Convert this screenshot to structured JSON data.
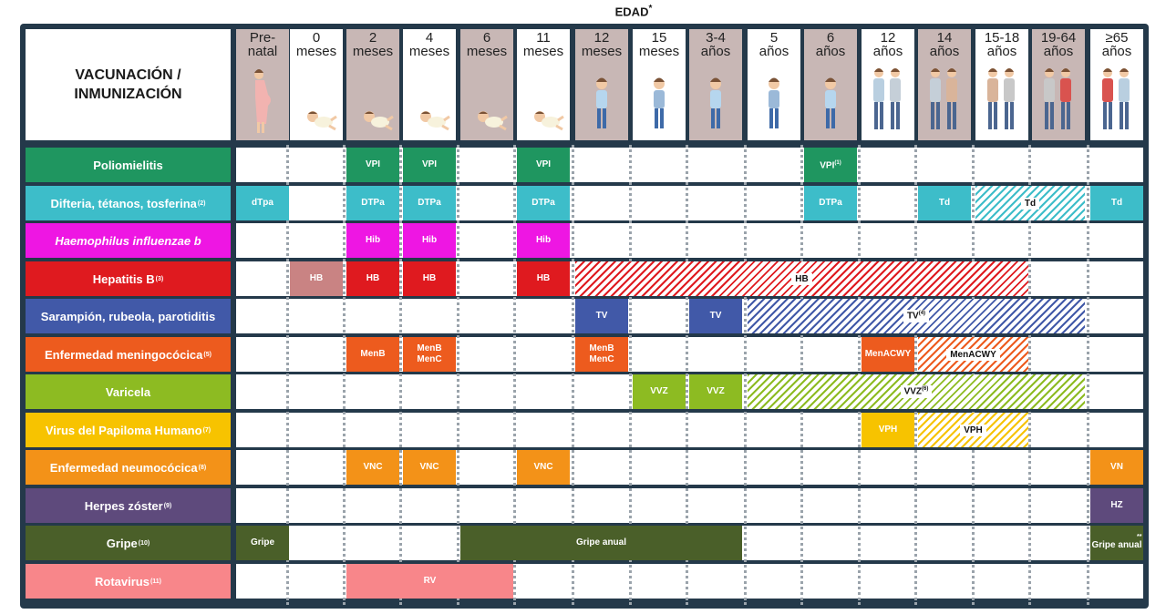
{
  "title": {
    "text": "EDAD",
    "star": "*"
  },
  "header_main": {
    "line1": "VACUNACIÓN /",
    "line2": "INMUNIZACIÓN"
  },
  "age_columns": [
    {
      "line1": "Pre-",
      "line2": "natal",
      "shade": "#c8b7b5"
    },
    {
      "line1": "0",
      "line2": "meses",
      "shade": "#ffffff"
    },
    {
      "line1": "2",
      "line2": "meses",
      "shade": "#c8b7b5"
    },
    {
      "line1": "4",
      "line2": "meses",
      "shade": "#ffffff"
    },
    {
      "line1": "6",
      "line2": "meses",
      "shade": "#c8b7b5"
    },
    {
      "line1": "11",
      "line2": "meses",
      "shade": "#ffffff"
    },
    {
      "line1": "12",
      "line2": "meses",
      "shade": "#c8b7b5"
    },
    {
      "line1": "15",
      "line2": "meses",
      "shade": "#ffffff"
    },
    {
      "line1": "3-4",
      "line2": "años",
      "shade": "#c8b7b5"
    },
    {
      "line1": "5",
      "line2": "años",
      "shade": "#ffffff"
    },
    {
      "line1": "6",
      "line2": "años",
      "shade": "#c8b7b5"
    },
    {
      "line1": "12",
      "line2": "años",
      "shade": "#ffffff"
    },
    {
      "line1": "14",
      "line2": "años",
      "shade": "#c8b7b5"
    },
    {
      "line1": "15-18",
      "line2": "años",
      "shade": "#ffffff"
    },
    {
      "line1": "19-64",
      "line2": "años",
      "shade": "#c8b7b5"
    },
    {
      "line1": "≥65",
      "line2": "años",
      "shade": "#ffffff"
    }
  ],
  "vaccines": [
    {
      "name": "Poliomielitis",
      "note": "",
      "color": "#1f9660"
    },
    {
      "name": "Difteria, tétanos, tosferina",
      "note": "(2)",
      "color": "#3dbdc9"
    },
    {
      "name": "Haemophilus influenzae b",
      "note": "",
      "color": "#ee16e3",
      "italic": true
    },
    {
      "name": "Hepatitis B",
      "note": "(3)",
      "color": "#df1a1f"
    },
    {
      "name": "Sarampión, rubeola, parotiditis",
      "note": "",
      "color": "#4159a8"
    },
    {
      "name": "Enfermedad meningocócica",
      "note": "(5)",
      "color": "#ed5b1e"
    },
    {
      "name": "Varicela",
      "note": "",
      "color": "#8dbb22"
    },
    {
      "name": "Virus del Papiloma Humano",
      "note": "(7)",
      "color": "#f7c300"
    },
    {
      "name": "Enfermedad neumocócica",
      "note": "(8)",
      "color": "#f39218"
    },
    {
      "name": "Herpes zóster",
      "note": "(9)",
      "color": "#5e4a7c"
    },
    {
      "name": "Gripe",
      "note": "(10)",
      "color": "#4a5f29"
    },
    {
      "name": "Rotavirus",
      "note": "(11)",
      "color": "#f8868a"
    }
  ],
  "doses": [
    {
      "row": 0,
      "col": 2,
      "span": 1,
      "text": "VPI",
      "note": ""
    },
    {
      "row": 0,
      "col": 3,
      "span": 1,
      "text": "VPI",
      "note": ""
    },
    {
      "row": 0,
      "col": 5,
      "span": 1,
      "text": "VPI",
      "note": ""
    },
    {
      "row": 0,
      "col": 10,
      "span": 1,
      "text": "VPI",
      "note": "(1)"
    },
    {
      "row": 1,
      "col": 0,
      "span": 1,
      "text": "dTpa",
      "note": ""
    },
    {
      "row": 1,
      "col": 2,
      "span": 1,
      "text": "DTPa",
      "note": ""
    },
    {
      "row": 1,
      "col": 3,
      "span": 1,
      "text": "DTPa",
      "note": ""
    },
    {
      "row": 1,
      "col": 5,
      "span": 1,
      "text": "DTPa",
      "note": ""
    },
    {
      "row": 1,
      "col": 10,
      "span": 1,
      "text": "DTPa",
      "note": ""
    },
    {
      "row": 1,
      "col": 12,
      "span": 1,
      "text": "Td",
      "note": ""
    },
    {
      "row": 1,
      "col": 15,
      "span": 1,
      "text": "Td",
      "note": ""
    },
    {
      "row": 2,
      "col": 2,
      "span": 1,
      "text": "Hib",
      "note": ""
    },
    {
      "row": 2,
      "col": 3,
      "span": 1,
      "text": "Hib",
      "note": ""
    },
    {
      "row": 2,
      "col": 5,
      "span": 1,
      "text": "Hib",
      "note": ""
    },
    {
      "row": 3,
      "col": 1,
      "span": 1,
      "text": "HB",
      "note": "",
      "color": "#c98383"
    },
    {
      "row": 3,
      "col": 2,
      "span": 1,
      "text": "HB",
      "note": ""
    },
    {
      "row": 3,
      "col": 3,
      "span": 1,
      "text": "HB",
      "note": ""
    },
    {
      "row": 3,
      "col": 5,
      "span": 1,
      "text": "HB",
      "note": ""
    },
    {
      "row": 4,
      "col": 6,
      "span": 1,
      "text": "TV",
      "note": ""
    },
    {
      "row": 4,
      "col": 8,
      "span": 1,
      "text": "TV",
      "note": ""
    },
    {
      "row": 5,
      "col": 2,
      "span": 1,
      "text": "MenB",
      "note": ""
    },
    {
      "row": 5,
      "col": 3,
      "span": 1,
      "text": "MenB\nMenC",
      "note": ""
    },
    {
      "row": 5,
      "col": 6,
      "span": 1,
      "text": "MenB\nMenC",
      "note": ""
    },
    {
      "row": 5,
      "col": 11,
      "span": 1,
      "text": "MenACWY",
      "note": ""
    },
    {
      "row": 6,
      "col": 7,
      "span": 1,
      "text": "VVZ",
      "note": ""
    },
    {
      "row": 6,
      "col": 8,
      "span": 1,
      "text": "VVZ",
      "note": ""
    },
    {
      "row": 7,
      "col": 11,
      "span": 1,
      "text": "VPH",
      "note": ""
    },
    {
      "row": 8,
      "col": 2,
      "span": 1,
      "text": "VNC",
      "note": ""
    },
    {
      "row": 8,
      "col": 3,
      "span": 1,
      "text": "VNC",
      "note": ""
    },
    {
      "row": 8,
      "col": 5,
      "span": 1,
      "text": "VNC",
      "note": ""
    },
    {
      "row": 8,
      "col": 15,
      "span": 1,
      "text": "VN",
      "note": ""
    },
    {
      "row": 9,
      "col": 15,
      "span": 1,
      "text": "HZ",
      "note": ""
    },
    {
      "row": 10,
      "col": 0,
      "span": 1,
      "text": "Gripe",
      "note": ""
    },
    {
      "row": 10,
      "col": 4,
      "span": 5,
      "text": "Gripe anual",
      "note": ""
    },
    {
      "row": 10,
      "col": 15,
      "span": 1,
      "text": "Gripe anual",
      "note": "",
      "star": "**"
    },
    {
      "row": 11,
      "col": 2,
      "span": 3,
      "text": "RV",
      "note": ""
    }
  ],
  "catchup": [
    {
      "row": 1,
      "col": 13,
      "span": 2,
      "text": "Td",
      "note": ""
    },
    {
      "row": 3,
      "col": 6,
      "span": 8,
      "text": "HB",
      "note": ""
    },
    {
      "row": 4,
      "col": 9,
      "span": 6,
      "text": "TV",
      "note": "(4)"
    },
    {
      "row": 5,
      "col": 12,
      "span": 2,
      "text": "MenACWY",
      "note": ""
    },
    {
      "row": 6,
      "col": 9,
      "span": 6,
      "text": "VVZ",
      "note": "(6)"
    },
    {
      "row": 7,
      "col": 12,
      "span": 2,
      "text": "VPH",
      "note": ""
    }
  ]
}
